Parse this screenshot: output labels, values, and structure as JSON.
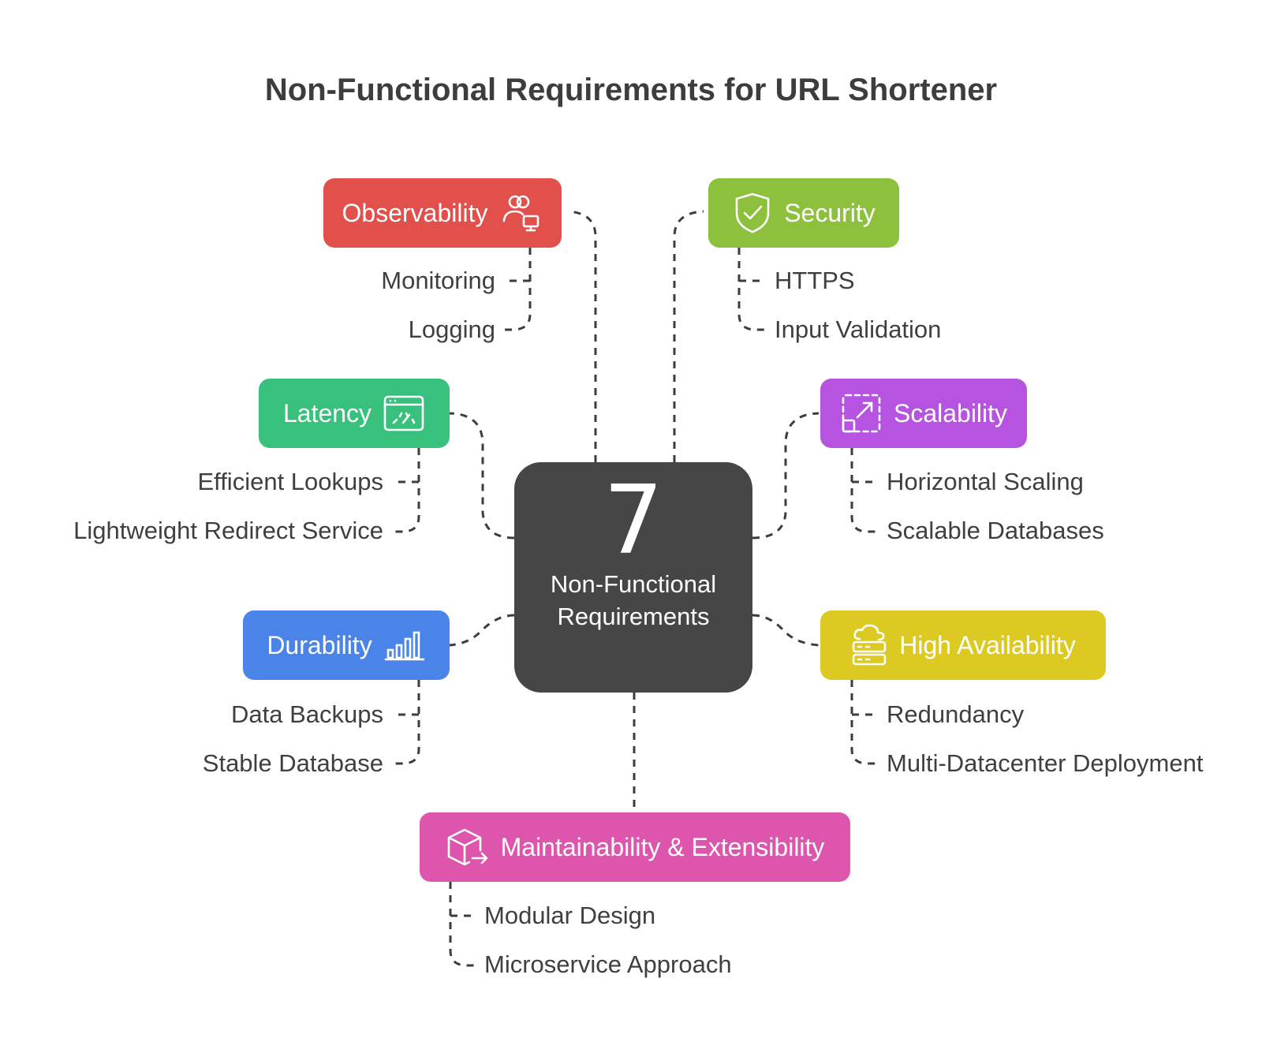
{
  "title": "Non-Functional Requirements for URL Shortener",
  "hub": {
    "number": "7",
    "label": "Non-Functional Requirements"
  },
  "categories": [
    {
      "label": "Observability",
      "color": "#e2504c",
      "icon": "users-monitor-icon",
      "items": [
        "Monitoring",
        "Logging"
      ]
    },
    {
      "label": "Security",
      "color": "#8dc03c",
      "icon": "shield-check-icon",
      "items": [
        "HTTPS",
        "Input Validation"
      ]
    },
    {
      "label": "Latency",
      "color": "#38c17d",
      "icon": "speed-gauge-window-icon",
      "items": [
        "Efficient Lookups",
        "Lightweight Redirect Service"
      ]
    },
    {
      "label": "Scalability",
      "color": "#b653e0",
      "icon": "resize-expand-icon",
      "items": [
        "Horizontal Scaling",
        "Scalable Databases"
      ]
    },
    {
      "label": "Durability",
      "color": "#4a84e8",
      "icon": "bar-chart-icon",
      "items": [
        "Data Backups",
        "Stable Database"
      ]
    },
    {
      "label": "High Availability",
      "color": "#dcc922",
      "icon": "cloud-server-icon",
      "items": [
        "Redundancy",
        "Multi-Datacenter Deployment"
      ]
    },
    {
      "label": "Maintainability & Extensibility",
      "color": "#de55ad",
      "icon": "box-arrow-icon",
      "items": [
        "Modular Design",
        "Microservice Approach"
      ]
    }
  ]
}
